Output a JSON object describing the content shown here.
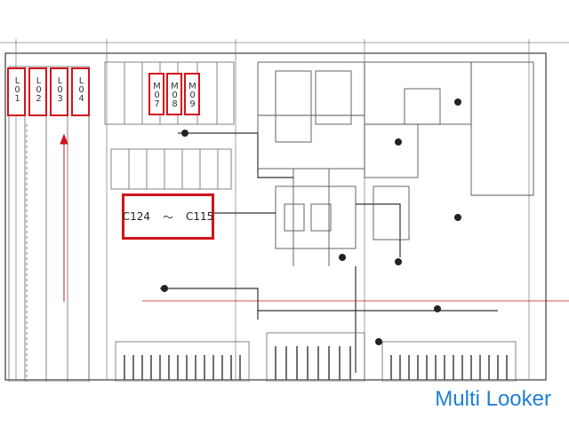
{
  "parking_labels": {
    "L": [
      "L01",
      "L02",
      "L03",
      "L04"
    ],
    "M": [
      "M07",
      "M08",
      "M09"
    ]
  },
  "range": {
    "from": "C124",
    "sep": "〜",
    "to": "C115"
  },
  "brand": "Multi Looker",
  "colors": {
    "highlight": "#d3121b",
    "brand": "#1e7fd6",
    "line": "#555555"
  }
}
